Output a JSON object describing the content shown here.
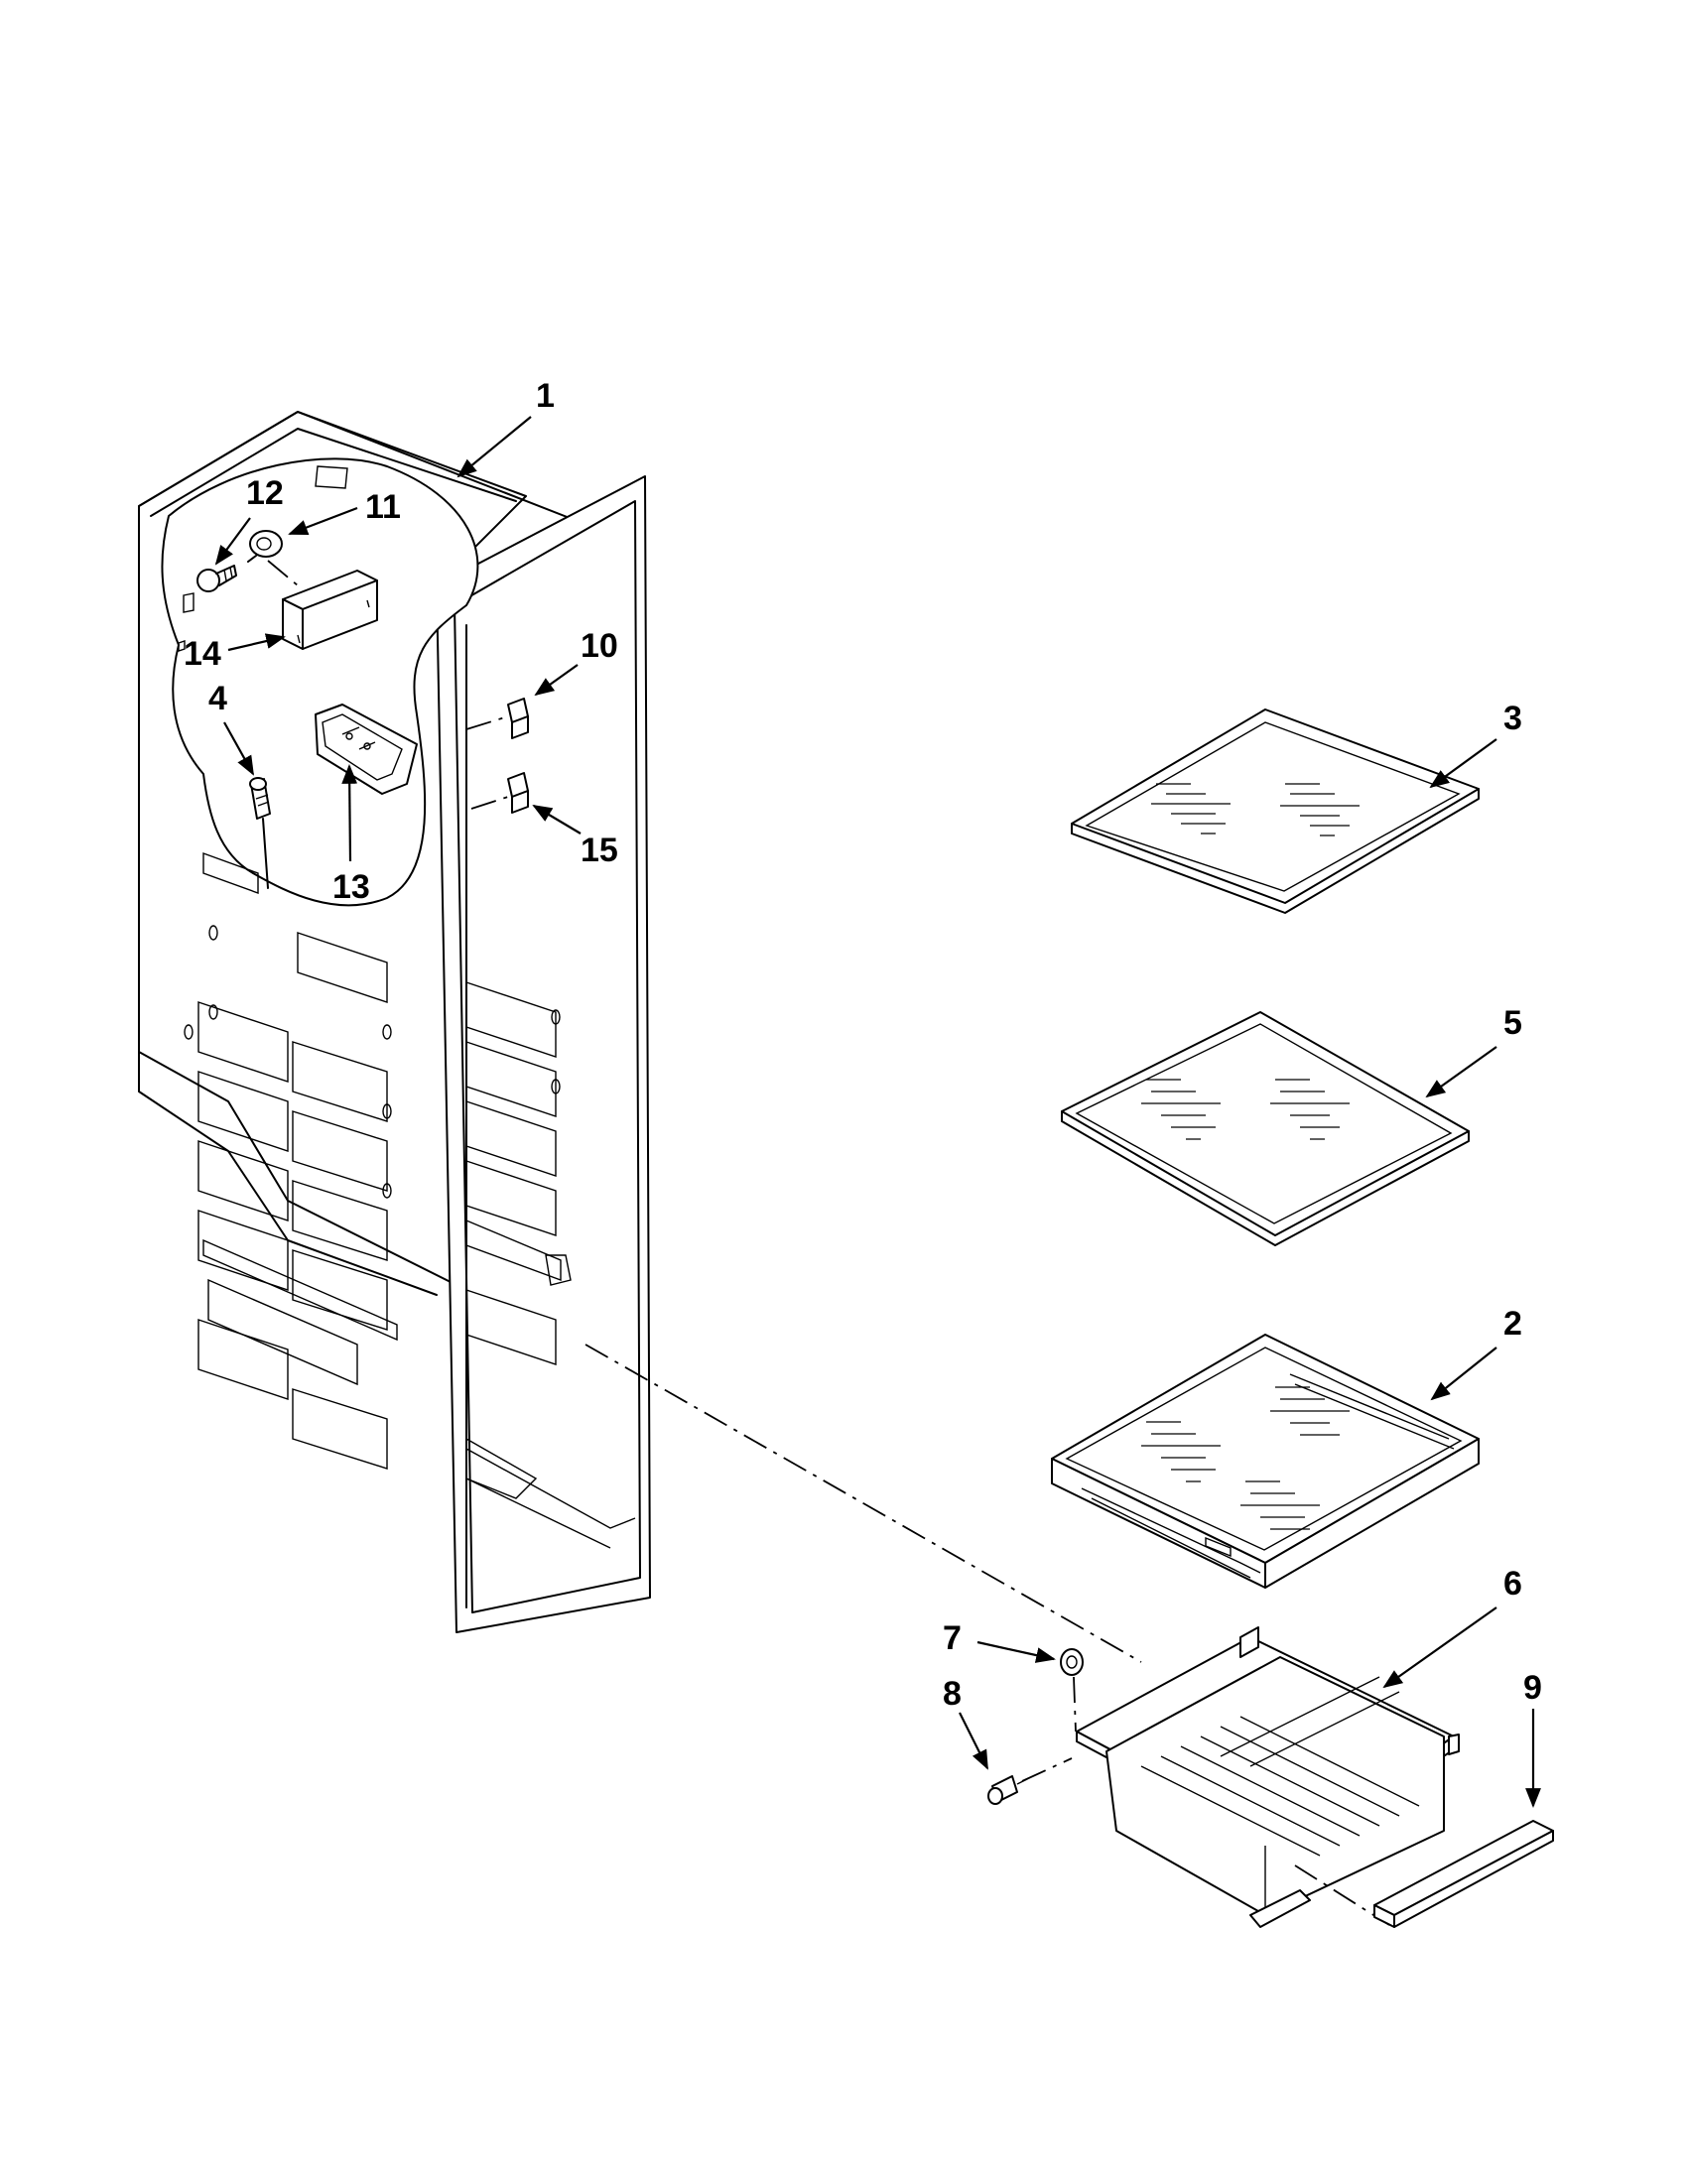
{
  "diagram": {
    "callouts": [
      {
        "id": "1",
        "text": "1"
      },
      {
        "id": "2",
        "text": "2"
      },
      {
        "id": "3",
        "text": "3"
      },
      {
        "id": "4",
        "text": "4"
      },
      {
        "id": "5",
        "text": "5"
      },
      {
        "id": "6",
        "text": "6"
      },
      {
        "id": "7",
        "text": "7"
      },
      {
        "id": "8",
        "text": "8"
      },
      {
        "id": "9",
        "text": "9"
      },
      {
        "id": "10",
        "text": "10"
      },
      {
        "id": "11",
        "text": "11"
      },
      {
        "id": "12",
        "text": "12"
      },
      {
        "id": "13",
        "text": "13"
      },
      {
        "id": "14",
        "text": "14"
      },
      {
        "id": "15",
        "text": "15"
      }
    ]
  }
}
